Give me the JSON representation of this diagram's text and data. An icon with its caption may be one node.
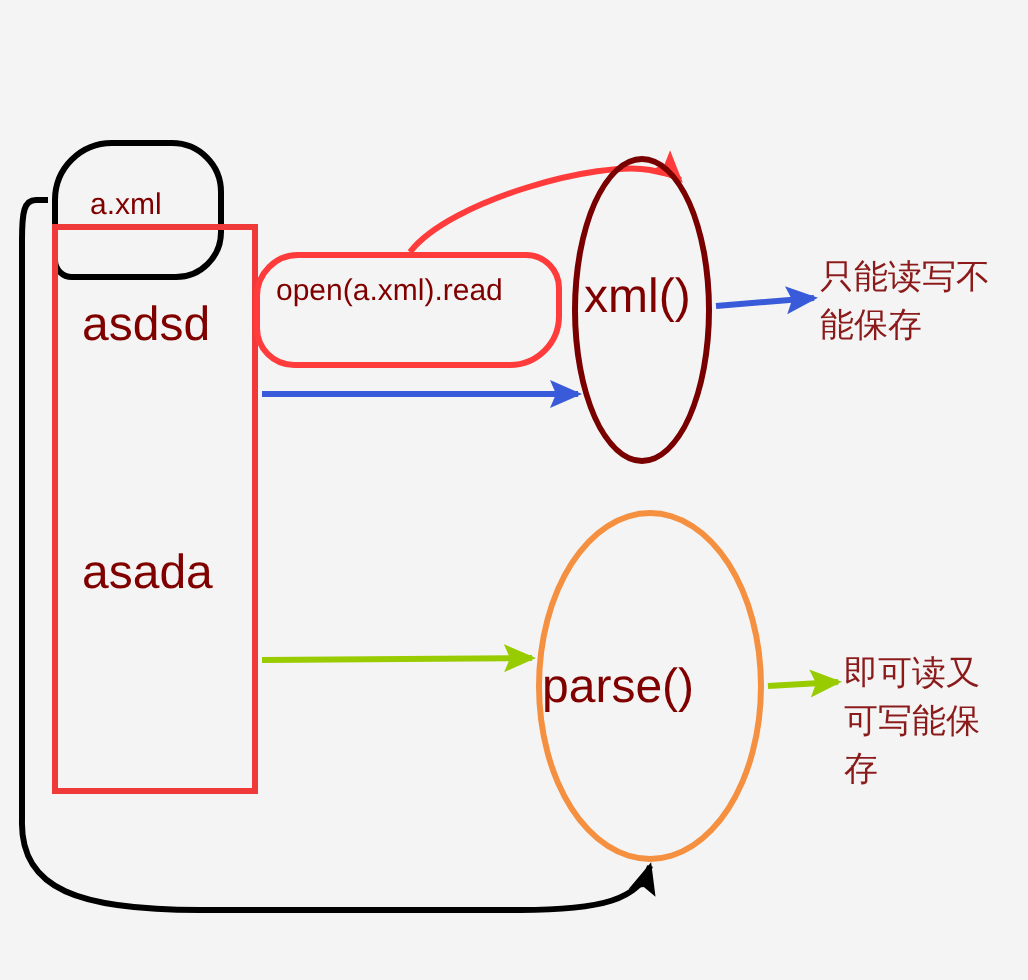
{
  "diagram": {
    "nodes": [
      {
        "text": [
          "a.xml"
        ]
      },
      {
        "text": [
          "asdsd",
          "asada"
        ]
      },
      {
        "text": [
          "open(a.xml).read"
        ]
      },
      {
        "text": [
          "xml()"
        ]
      },
      {
        "text": [
          "只能读写不能保存"
        ]
      },
      {
        "text": [
          "parse()"
        ]
      },
      {
        "text": [
          "即可读又可写能保存"
        ]
      }
    ],
    "edges": [
      {
        "from": 0,
        "to": 5,
        "arrow": "to",
        "color": "#000000"
      },
      {
        "from": 2,
        "to": 3,
        "arrow": "to",
        "color": "#ff3b3b"
      },
      {
        "from": 1,
        "to": 3,
        "arrow": "to",
        "color": "#3a5bd9"
      },
      {
        "from": 3,
        "to": 4,
        "arrow": "to",
        "color": "#3a5bd9"
      },
      {
        "from": 1,
        "to": 5,
        "arrow": "to",
        "color": "#99cc00"
      },
      {
        "from": 5,
        "to": 6,
        "arrow": "to",
        "color": "#99cc00"
      }
    ]
  }
}
